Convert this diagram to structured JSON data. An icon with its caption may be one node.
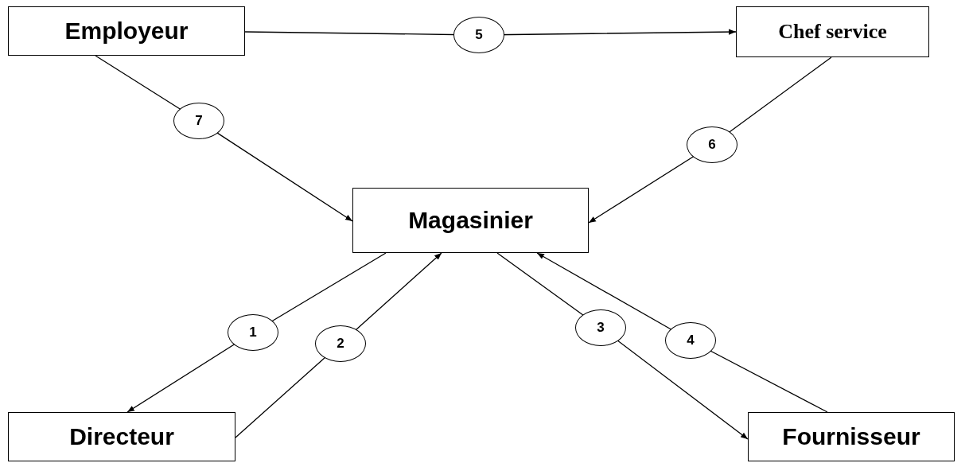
{
  "diagram": {
    "nodes": [
      {
        "text": [
          "Employeur"
        ]
      },
      {
        "text": [
          "Chef service"
        ]
      },
      {
        "text": [
          "Magasinier"
        ]
      },
      {
        "text": [
          "Directeur"
        ]
      },
      {
        "text": [
          "Fournisseur"
        ]
      }
    ],
    "edges": [
      {
        "from": 0,
        "to": 1,
        "arrow": "to",
        "label": "5"
      },
      {
        "from": 0,
        "to": 2,
        "arrow": "to",
        "label": "7"
      },
      {
        "from": 1,
        "to": 2,
        "arrow": "to",
        "label": "6"
      },
      {
        "from": 2,
        "to": 3,
        "arrow": "to",
        "label": "1"
      },
      {
        "from": 3,
        "to": 2,
        "arrow": "to",
        "label": "2"
      },
      {
        "from": 2,
        "to": 4,
        "arrow": "to",
        "label": "3"
      },
      {
        "from": 4,
        "to": 2,
        "arrow": "to",
        "label": "4"
      }
    ]
  }
}
